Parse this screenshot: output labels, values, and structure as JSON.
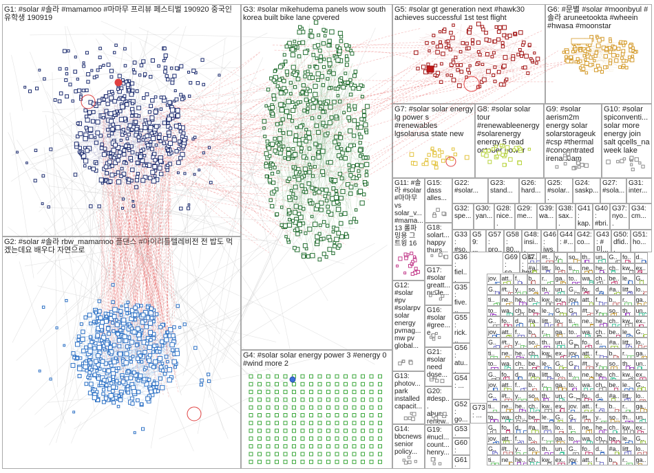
{
  "groups": [
    {
      "id": "G1",
      "label": "G1: #solar #솔라 #mamamoo #마마무 프리뷰 페스티벌 190920 중국인 유학생 190919",
      "color": "#1a2a6e"
    },
    {
      "id": "G2",
      "label": "G2: #solar #솔라 rbw_mamamoo 플댄스 #마이리틀텔레비전 전 밥도 먹겠는데요 배우다 자연으로",
      "color": "#2a6fc4"
    },
    {
      "id": "G3",
      "label": "G3: #solar mikehudema panels wow south korea built bike lane covered",
      "color": "#1f6b2d"
    },
    {
      "id": "G4",
      "label": "G4: #solar solar energy power 3 #energy 0 #wind more 2",
      "color": "#37a537"
    },
    {
      "id": "G5",
      "label": "G5: #solar gt generation next #hawk30 achieves successful 1st test flight",
      "color": "#a01010"
    },
    {
      "id": "G6",
      "label": "G6: #문별 #solar #moonbyul #솔라 aruneetookta #wheein #hwasa #moonstar",
      "color": "#d49a2a"
    },
    {
      "id": "G7",
      "label": "G7: #solar solar energy lg power s #renewables lgsolarusa state new",
      "color": "#e2c23a"
    },
    {
      "id": "G8",
      "label": "G8: #solar solar tour #renewableenergy #solarenergy energy 5 read october power",
      "color": "#b7d33a"
    },
    {
      "id": "G9",
      "label": "G9: #solar aerism2m energy solar solarstorageuk #csp #thermal #concentrated irena team",
      "color": "#8a8a8a"
    },
    {
      "id": "G10",
      "label": "G10: #solar spiconventi... solar more energy join salt qcells_na week lake",
      "color": "#8a8a8a"
    },
    {
      "id": "G11",
      "label": "G11: #솔라 #solar #마마무 vs solar_v... #mama... 13 롤파 밍용 그 트윙 16",
      "color": "#c23a8a"
    },
    {
      "id": "G12",
      "label": "G12: #solar #pv #solarpv solar energy pvmag... mw pv global...",
      "color": "#8a8a8a"
    },
    {
      "id": "G13",
      "label": "G13: photov... park installed capacit...",
      "color": "#8a8a8a"
    },
    {
      "id": "G14",
      "label": "G14: bbcnews senior policy...",
      "color": "#8a8a8a"
    },
    {
      "id": "G15",
      "label": "G15: dass alles...",
      "color": "#8a8a8a"
    },
    {
      "id": "G16",
      "label": "G16: #solar #gree... e...",
      "color": "#8a8a8a"
    },
    {
      "id": "G17",
      "label": "G17: #solar greatt... nucle...",
      "color": "#8a8a8a"
    },
    {
      "id": "G18",
      "label": "G18: solart... happy thurs...",
      "color": "#8a8a8a"
    },
    {
      "id": "G19",
      "label": "G19: #nucl... count... henry...",
      "color": "#8a8a8a"
    },
    {
      "id": "G20",
      "label": "G20: #desp... abun... renew...",
      "color": "#8a8a8a"
    },
    {
      "id": "G21",
      "label": "G21: #solar need dose...",
      "color": "#8a8a8a"
    },
    {
      "id": "G22",
      "label": "G22: #solar...",
      "color": "#8a8a8a"
    },
    {
      "id": "G23",
      "label": "G23: stand...",
      "color": "#8a8a8a"
    },
    {
      "id": "G24",
      "label": "G24: saskp...",
      "color": "#8a8a8a"
    },
    {
      "id": "G25",
      "label": "G25: #solar...",
      "color": "#8a8a8a"
    },
    {
      "id": "G26",
      "label": "G26: hard...",
      "color": "#8a8a8a"
    },
    {
      "id": "G27",
      "label": "G27: #sola...",
      "color": "#8a8a8a"
    },
    {
      "id": "G28",
      "label": "G28: nice...",
      "color": "#8a8a8a"
    },
    {
      "id": "G29",
      "label": "G29: me...",
      "color": "#8a8a8a"
    },
    {
      "id": "G30",
      "label": "G30: yan...",
      "color": "#8a8a8a"
    },
    {
      "id": "G31",
      "label": "G31: inter...",
      "color": "#8a8a8a"
    },
    {
      "id": "G32",
      "label": "G32: spe...",
      "color": "#8a8a8a"
    },
    {
      "id": "G33",
      "label": "G33: #so...",
      "color": "#8a8a8a"
    },
    {
      "id": "G34",
      "label": "G34: cm...",
      "color": "#8a8a8a"
    },
    {
      "id": "G35",
      "label": "G35: five...",
      "color": "#8a8a8a"
    },
    {
      "id": "G36",
      "label": "G36: fiel...",
      "color": "#8a8a8a"
    },
    {
      "id": "G37",
      "label": "G37: nyo...",
      "color": "#8a8a8a"
    },
    {
      "id": "G38",
      "label": "G38: sax...",
      "color": "#8a8a8a"
    },
    {
      "id": "G39",
      "label": "G39: wa...",
      "color": "#8a8a8a"
    },
    {
      "id": "G40",
      "label": "G40: #bri...",
      "color": "#8a8a8a"
    },
    {
      "id": "G41",
      "label": "G41: kap...",
      "color": "#8a8a8a"
    },
    {
      "id": "G42",
      "label": "G42: co...",
      "color": "#8a8a8a"
    },
    {
      "id": "G43",
      "label": "G43: #미...",
      "color": "#8a8a8a"
    },
    {
      "id": "G44",
      "label": "G44: #...",
      "color": "#8a8a8a"
    },
    {
      "id": "G46",
      "label": "G46: jws...",
      "color": "#8a8a8a"
    },
    {
      "id": "G48",
      "label": "G48: insi...",
      "color": "#8a8a8a"
    },
    {
      "id": "G50",
      "label": "G50: dfid...",
      "color": "#8a8a8a"
    },
    {
      "id": "G51",
      "label": "G51: ho...",
      "color": "#8a8a8a"
    },
    {
      "id": "G52",
      "label": "G52: go...",
      "color": "#8a8a8a"
    },
    {
      "id": "G53",
      "label": "G53: ...",
      "color": "#8a8a8a"
    },
    {
      "id": "G54",
      "label": "G54: ...",
      "color": "#8a8a8a"
    },
    {
      "id": "G55",
      "label": "G55: rick...",
      "color": "#8a8a8a"
    },
    {
      "id": "G56",
      "label": "G56: atu...",
      "color": "#8a8a8a"
    },
    {
      "id": "G57",
      "label": "G57: pro...",
      "color": "#8a8a8a"
    },
    {
      "id": "G58",
      "label": "G58: 80...",
      "color": "#8a8a8a"
    },
    {
      "id": "G59",
      "label": "G59: ...",
      "color": "#8a8a8a"
    },
    {
      "id": "G60",
      "label": "G60: nuc...",
      "color": "#8a8a8a"
    },
    {
      "id": "G61",
      "label": "G61: re...",
      "color": "#8a8a8a"
    },
    {
      "id": "G67",
      "label": "G67: ber...",
      "color": "#8a8a8a"
    },
    {
      "id": "G69",
      "label": "G69: so...",
      "color": "#8a8a8a"
    },
    {
      "id": "G73",
      "label": "G73: ...",
      "color": "#8a8a8a"
    }
  ],
  "small_cells": {
    "labels": [
      "G..",
      "#t..",
      "y..",
      "so..",
      "th..",
      "un..",
      "G..",
      "fo..",
      "d..",
      "#a..",
      "litt..",
      "lo..",
      "ti..",
      "ne..",
      "he..",
      "ch..",
      "kw..",
      "ex..",
      "jov..",
      "att..",
      "f..",
      "b..",
      "r..",
      "ga..",
      "to..",
      "wa..",
      "ch..",
      "be..",
      "le..",
      "G.."
    ],
    "colors": [
      "#7a7acc",
      "#cc7a7a",
      "#7acc7a",
      "#c9a24a",
      "#a24ac9",
      "#4ac9a2",
      "#888888",
      "#c94a7a",
      "#4a7ac9",
      "#a2c94a"
    ]
  }
}
